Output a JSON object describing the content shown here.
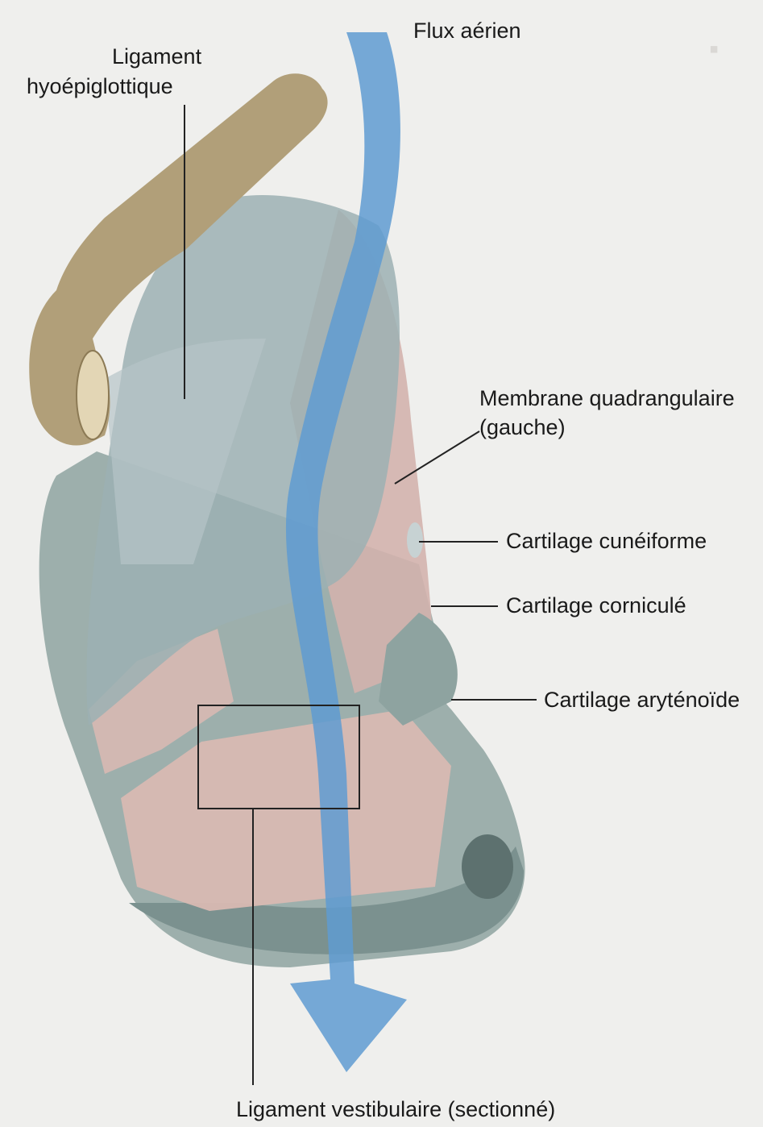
{
  "labels": {
    "flux": "Flux aérien",
    "ligament_hyo_1": "Ligament",
    "ligament_hyo_2": "hyoépiglottique",
    "membrane_1": "Membrane quadrangulaire",
    "membrane_2": "(gauche)",
    "cuneiforme": "Cartilage cunéiforme",
    "cornicule": "Cartilage corniculé",
    "arytenoide": "Cartilage aryténoïde",
    "vestibulaire": "Ligament vestibulaire (sectionné)"
  },
  "colors": {
    "bone": "#b19f79",
    "membrane": "#9cb0b3",
    "muscle": "#d8b9b2",
    "cartilage": "#8ea3a0",
    "airflow": "#5f9bd1",
    "leader": "#222222"
  }
}
